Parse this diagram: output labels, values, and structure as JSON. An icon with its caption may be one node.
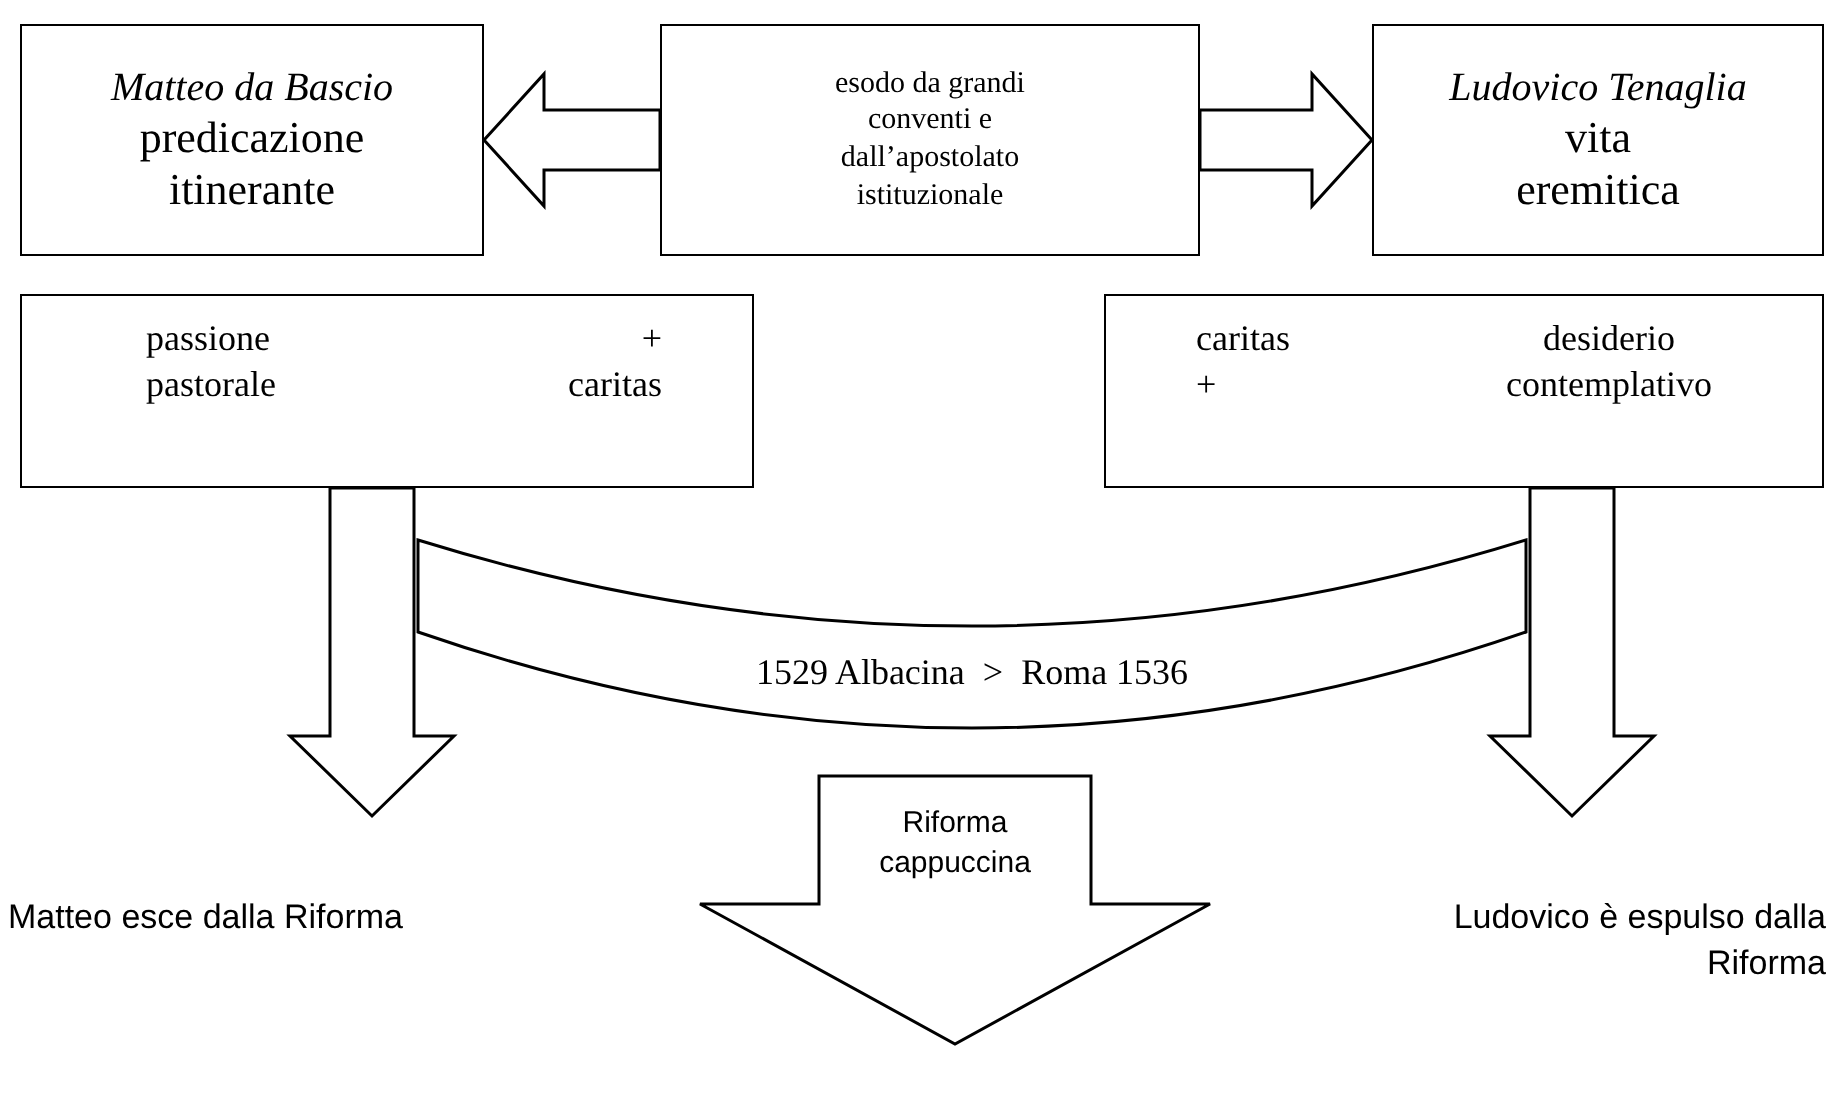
{
  "diagram": {
    "nodes": [
      {
        "text": [
          "Matteo da Bascio",
          "predicazione itinerante"
        ]
      },
      {
        "text": [
          "esodo da grandi conventi e dall’apostolato istituzionale"
        ]
      },
      {
        "text": [
          "Ludovico Tenaglia",
          "vita eremitica"
        ]
      },
      {
        "text": [
          "passione pastorale",
          "+ caritas"
        ]
      },
      {
        "text": [
          "caritas +",
          "desiderio contemplativo"
        ]
      },
      {
        "text": [
          "1529 Albacina  >  Roma 1536"
        ]
      },
      {
        "text": [
          "Riforma cappuccina"
        ]
      },
      {
        "text": [
          "Matteo esce dalla Riforma"
        ]
      },
      {
        "text": [
          "Ludovico è espulso dalla Riforma"
        ]
      }
    ],
    "edges": [
      {
        "from": 1,
        "to": 0,
        "arrow": "to"
      },
      {
        "from": 1,
        "to": 2,
        "arrow": "to"
      },
      {
        "from": 3,
        "to": 7,
        "arrow": "to"
      },
      {
        "from": 4,
        "to": 8,
        "arrow": "to"
      }
    ]
  }
}
